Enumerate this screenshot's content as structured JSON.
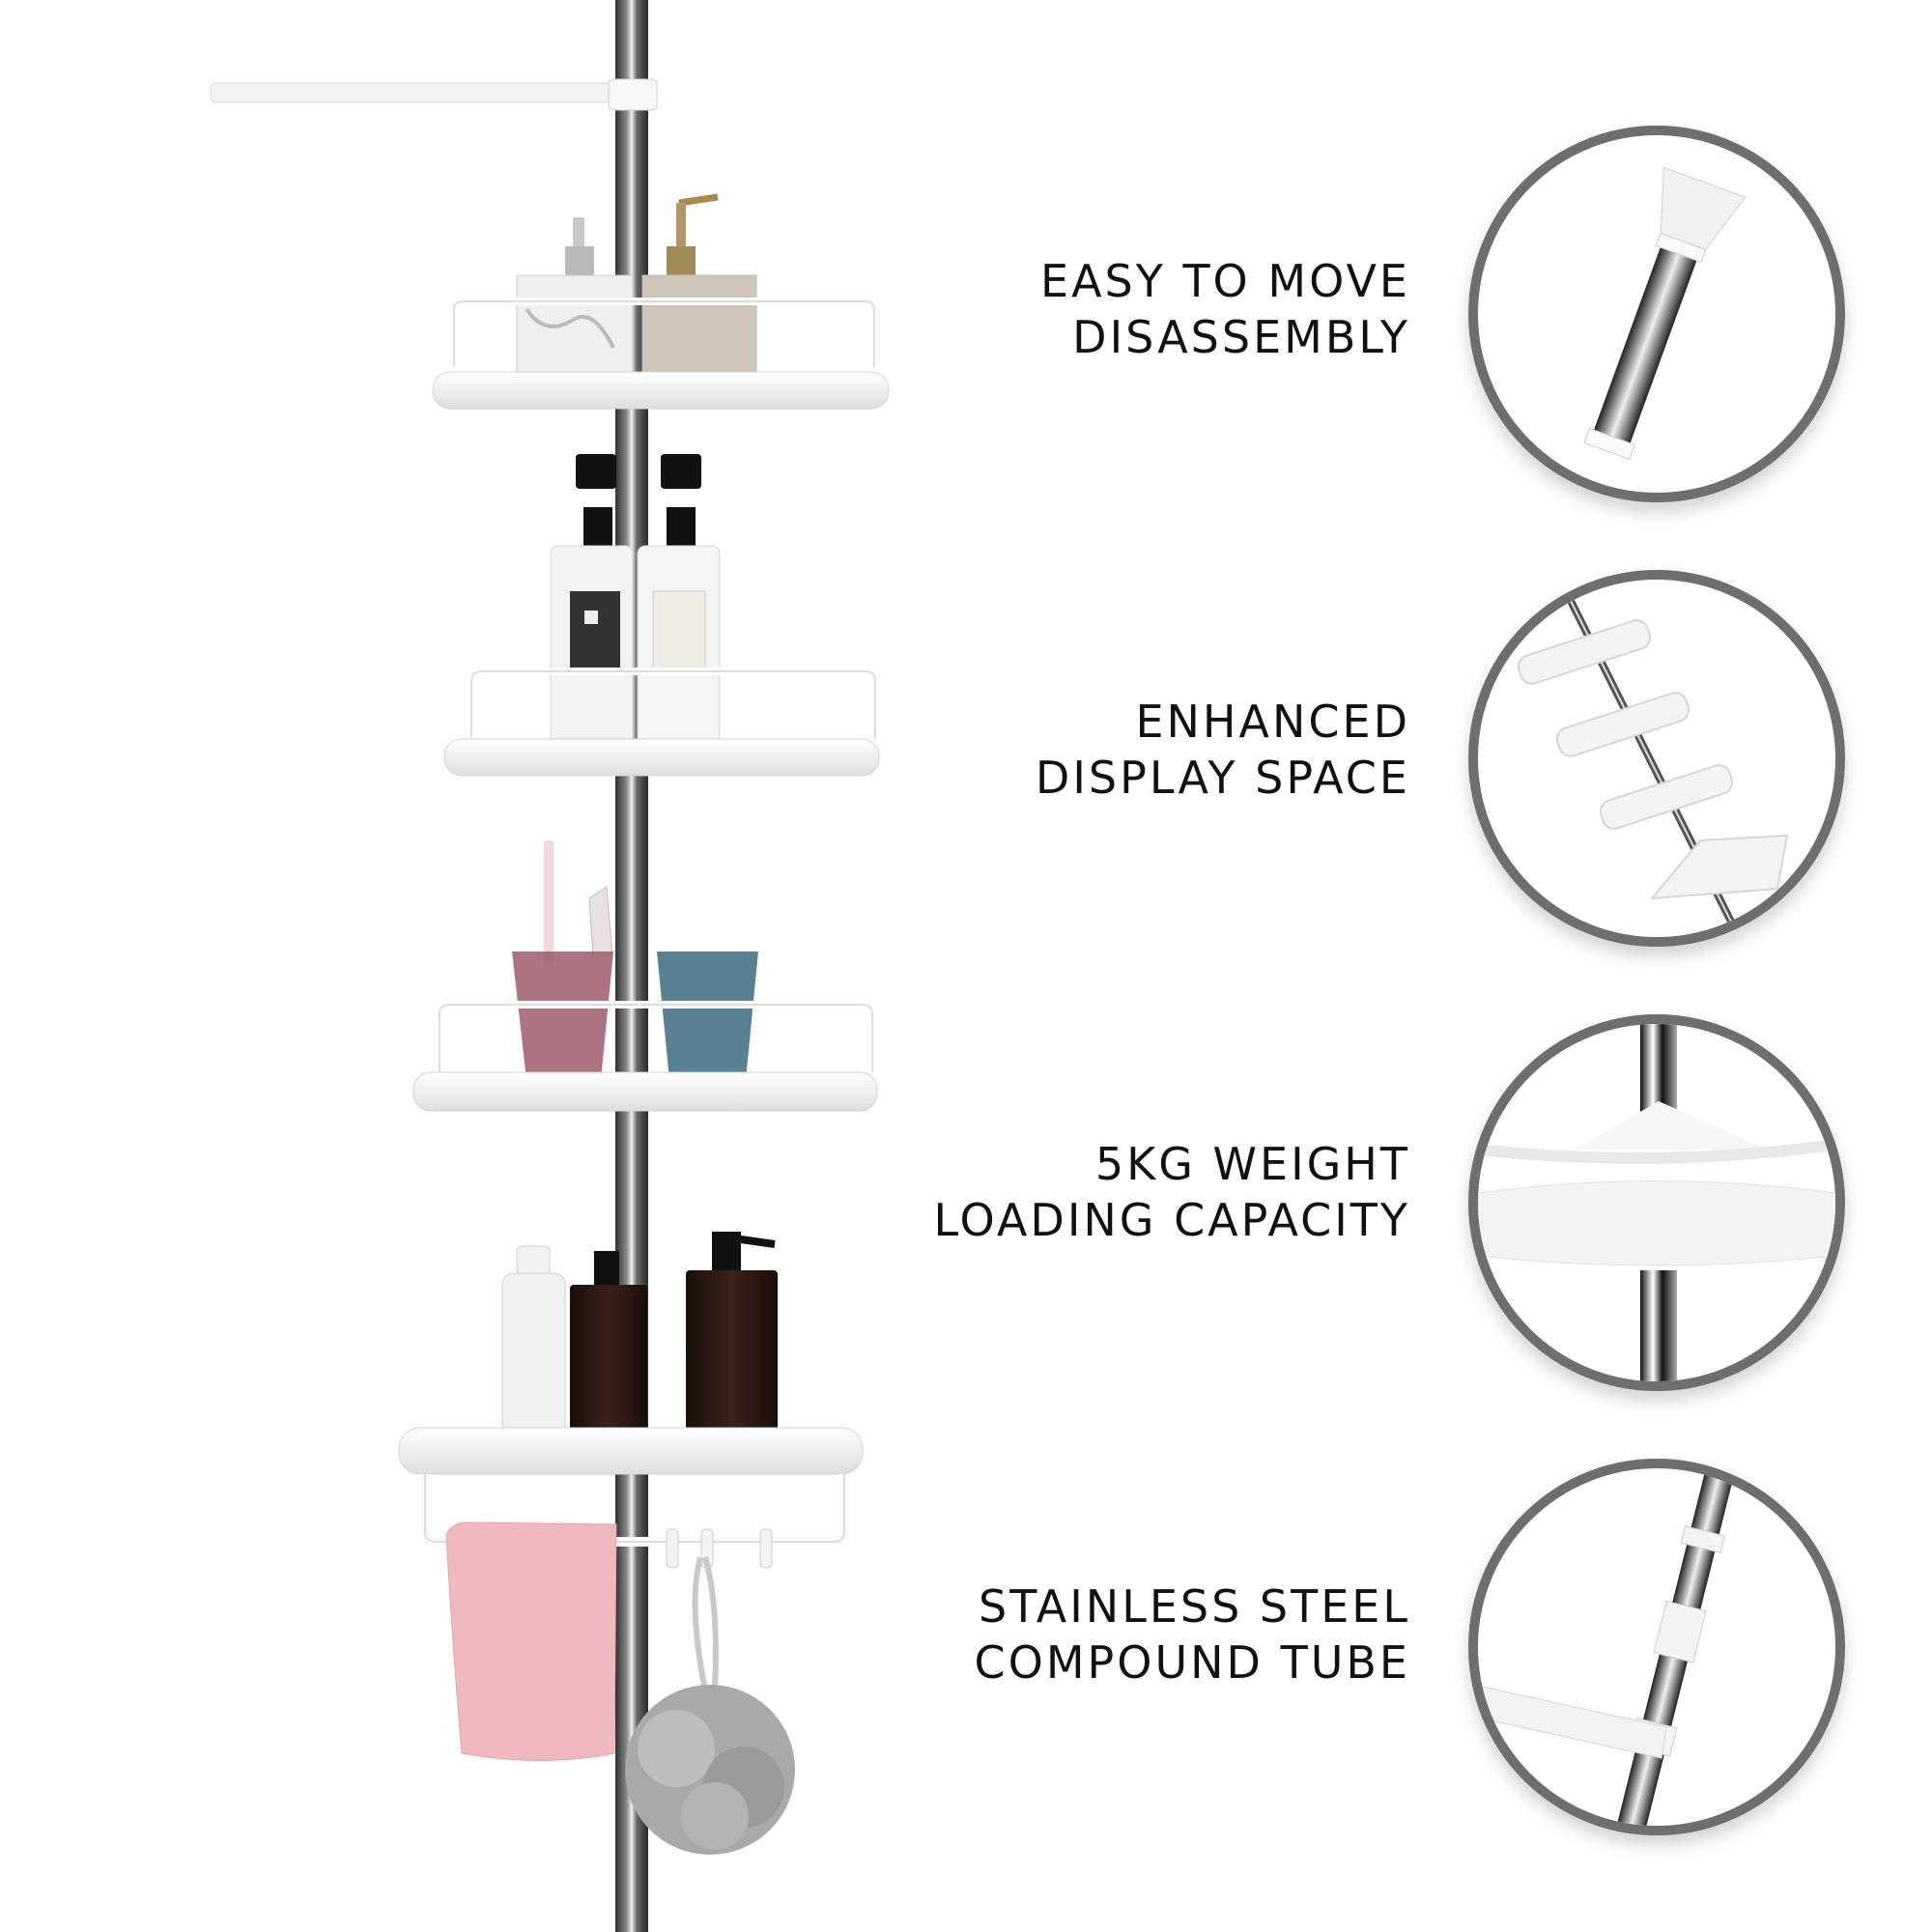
{
  "features": [
    {
      "id": "easy-to-move",
      "lines": [
        "EASY TO MOVE",
        "DISASSEMBLY"
      ],
      "icon": "pole-end-cap-icon"
    },
    {
      "id": "display-space",
      "lines": [
        "ENHANCED",
        "DISPLAY SPACE"
      ],
      "icon": "stacked-shelves-icon"
    },
    {
      "id": "weight-capacity",
      "lines": [
        "5KG WEIGHT",
        "LOADING CAPACITY"
      ],
      "icon": "shelf-closeup-icon"
    },
    {
      "id": "steel-tube",
      "lines": [
        "STAINLESS STEEL",
        "COMPOUND TUBE"
      ],
      "icon": "telescopic-tube-icon"
    }
  ],
  "product": {
    "shelf_count": 4,
    "colors": {
      "pole": "#4a4a4a",
      "pole_highlight": "#e6e6e6",
      "shelf": "#ffffff",
      "shelf_shadow": "#dcdcdc",
      "towel": "#f0b9c0",
      "loofah": "#a9a9a9",
      "cup_pink": "#a05a6a",
      "cup_blue": "#3d6a80",
      "amber_bottle": "#2e1a14",
      "stone_dispenser": "#cfc6b8"
    }
  },
  "colors": {
    "circle_border": "#6e6e6c",
    "text": "#111111",
    "background": "#ffffff"
  }
}
